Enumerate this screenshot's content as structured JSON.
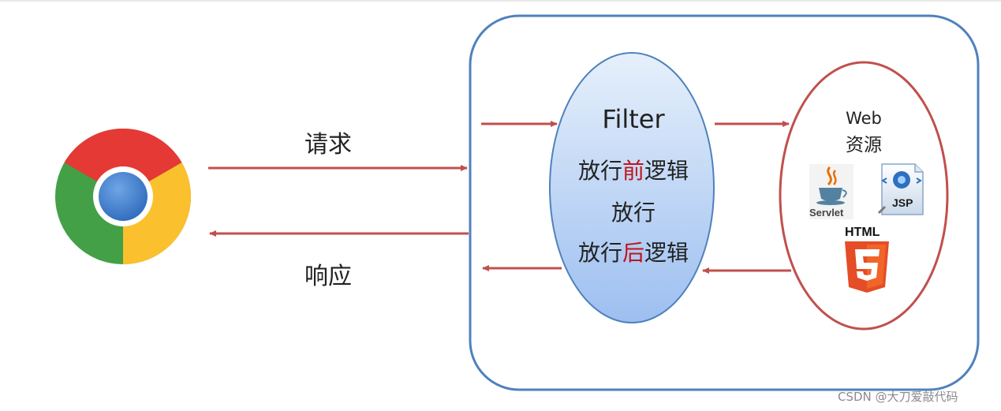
{
  "flow": {
    "request_label": "请求",
    "response_label": "响应"
  },
  "filter": {
    "title": "Filter",
    "line1_a": "放行",
    "line1_b": "前",
    "line1_c": "逻辑",
    "line2": "放行",
    "line3_a": "放行",
    "line3_b": "后",
    "line3_c": "逻辑"
  },
  "web_resource": {
    "title_line1": "Web",
    "title_line2": "资源",
    "servlet_label": "Servlet",
    "jsp_label": "JSP",
    "html_label": "HTML"
  },
  "watermark": "CSDN @大刀爱敲代码",
  "colors": {
    "arrow": "#c0504d",
    "container_border": "#4f81bd",
    "web_border": "#c0504d",
    "emphasis": "#c0141a"
  }
}
